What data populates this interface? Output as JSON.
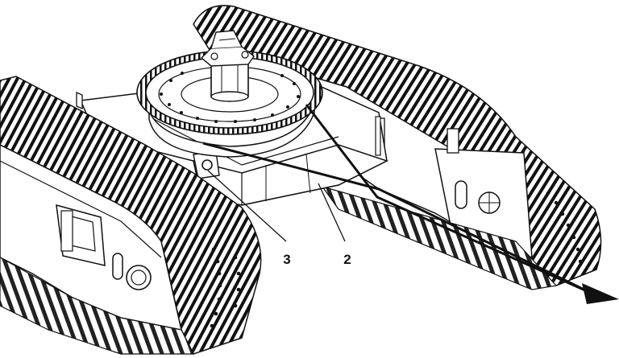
{
  "callouts": [
    {
      "id": "2",
      "label": "2"
    },
    {
      "id": "3",
      "label": "3"
    }
  ],
  "colors": {
    "ink": "#111111",
    "paper": "#ffffff",
    "shade": "#d9d9d9"
  }
}
